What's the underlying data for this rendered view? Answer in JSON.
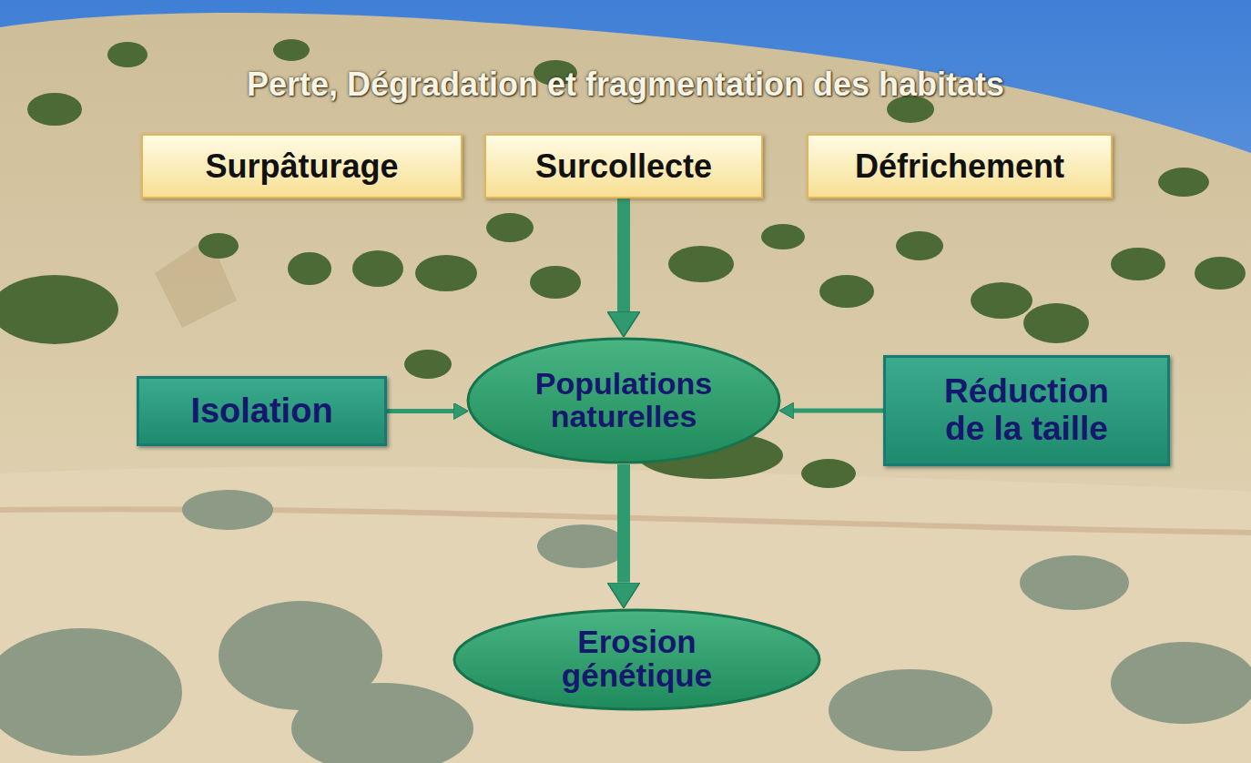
{
  "diagram": {
    "title": "Perte, Dégradation et fragmentation des habitats",
    "nodes": [
      {
        "text": [
          "Surpâturage"
        ]
      },
      {
        "text": [
          "Surcollecte"
        ]
      },
      {
        "text": [
          "Défrichement"
        ]
      },
      {
        "text": [
          "Isolation"
        ]
      },
      {
        "text": [
          "Populations naturelles"
        ]
      },
      {
        "text": [
          "Réduction de la taille"
        ]
      },
      {
        "text": [
          "Erosion génétique"
        ]
      }
    ],
    "edges": [
      {
        "from": 1,
        "to": 4,
        "arrow": "to"
      },
      {
        "from": 3,
        "to": 4,
        "arrow": "to"
      },
      {
        "from": 5,
        "to": 4,
        "arrow": "to"
      },
      {
        "from": 4,
        "to": 6,
        "arrow": "to"
      }
    ]
  }
}
